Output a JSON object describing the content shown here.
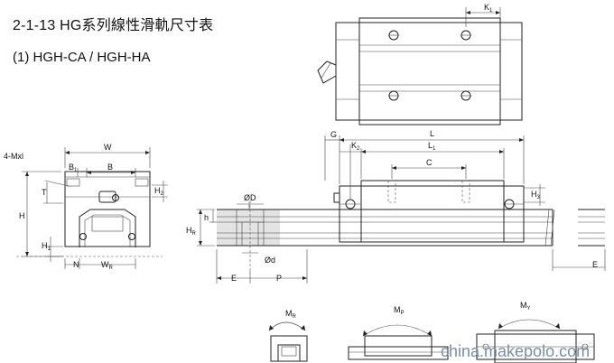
{
  "title": "2-1-13 HG系列線性滑軌尺寸表",
  "subtitle": "(1) HGH-CA / HGH-HA",
  "labels": {
    "K1": "K",
    "K1_sub": "1",
    "G": "G",
    "L": "L",
    "K2": "K",
    "K2_sub": "2",
    "L1": "L",
    "L1_sub": "1",
    "C": "C",
    "H3": "H",
    "H3_sub": "3",
    "W": "W",
    "B1": "B",
    "B1_sub": "1",
    "B": "B",
    "mxl": "4-Mxl",
    "T": "T",
    "H": "H",
    "H2": "H",
    "H2_sub": "2",
    "H1": "H",
    "H1_sub": "1",
    "N": "N",
    "WR": "W",
    "WR_sub": "R",
    "D": "ØD",
    "h": "h",
    "HR": "H",
    "HR_sub": "R",
    "d": "Ød",
    "E": "E",
    "P": "P",
    "E_right": "E",
    "MR": "M",
    "MR_sub": "R",
    "MP": "M",
    "MP_sub": "P",
    "MY": "M",
    "MY_sub": "Y"
  },
  "watermark": "china.makepolo.com"
}
